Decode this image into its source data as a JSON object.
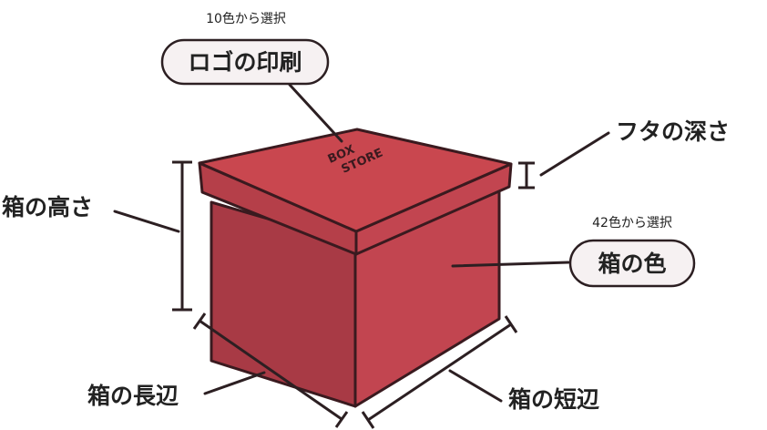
{
  "labels": {
    "logo_print": "ロゴの印刷",
    "logo_colors": "10色から選択",
    "lid_depth": "フタの深さ",
    "box_color": "箱の色",
    "box_colors": "42色から選択",
    "box_height": "箱の高さ",
    "long_side": "箱の長辺",
    "short_side": "箱の短辺"
  },
  "box_logo": {
    "line1": "BOX",
    "line2": "STORE"
  },
  "colors": {
    "box_front_right": "#c24550",
    "box_front_left": "#a83a45",
    "lid_top": "#c9474f",
    "lid_side": "#b53f49",
    "outline": "#3a1a1f",
    "pill_fill": "#f6f1f2"
  }
}
